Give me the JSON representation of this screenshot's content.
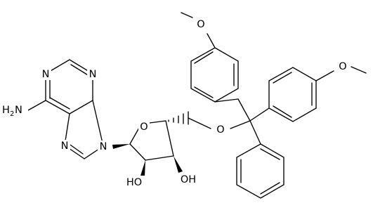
{
  "molecule": {
    "labels": {
      "n1": "N",
      "n3": "N",
      "n7": "N",
      "n9": "N",
      "amine_h": "H",
      "amine_sub": "2",
      "amine_n": "N",
      "ring_o": "O",
      "ether_o": "O",
      "ho_2": "HO",
      "oh_3": "OH",
      "ome_top": "O",
      "ome_right": "O"
    }
  }
}
